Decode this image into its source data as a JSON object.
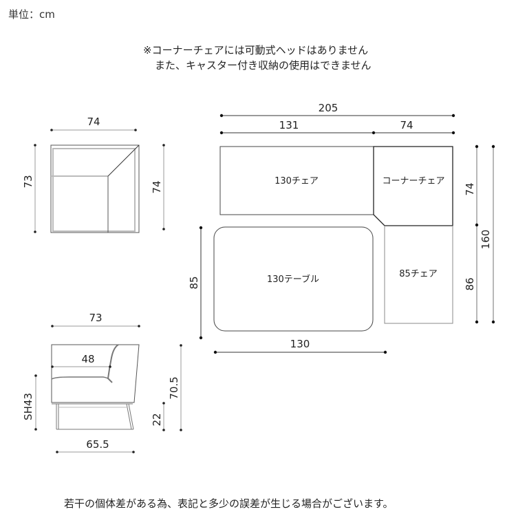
{
  "header": {
    "unit_label": "単位：cm",
    "note_line1": "※コーナーチェアには可動式ヘッドはありません",
    "note_line2": "また、キャスター付き収納の使用はできません"
  },
  "top_view": {
    "width": "74",
    "depth_left": "73",
    "depth_right": "74"
  },
  "layout_plan": {
    "total_width": "205",
    "width_130_chair": "131",
    "width_corner": "74",
    "right_upper": "74",
    "right_lower": "86",
    "right_total": "160",
    "table_depth": "85",
    "table_width": "130",
    "pieces": {
      "chair_130": "130チェア",
      "corner_chair": "コーナーチェア",
      "table_130": "130テーブル",
      "chair_85": "85チェア"
    }
  },
  "side_view": {
    "width": "73",
    "seat_depth": "48",
    "seat_height": "SH43",
    "total_height": "70.5",
    "leg_height": "22",
    "base_width": "65.5"
  },
  "footer": {
    "disclaimer": "若干の個体差がある為、表記と多少の誤差が生じる場合がございます。"
  }
}
